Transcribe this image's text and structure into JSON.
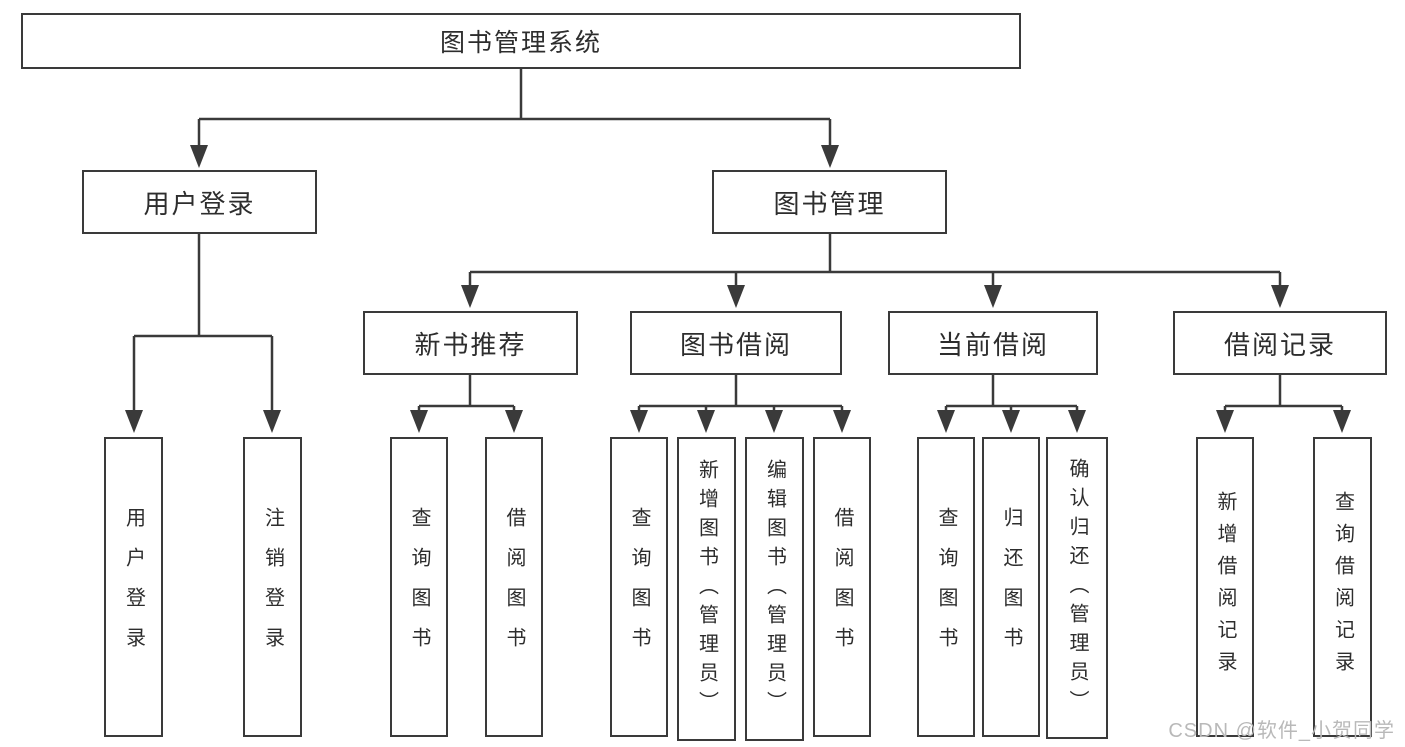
{
  "colors": {
    "line": "#3a3a3a",
    "text": "#2d2d2d",
    "box_fill": "#ffffff",
    "background": "#ffffff",
    "watermark": "#b9b9b9"
  },
  "diagram": {
    "root": {
      "label": "图书管理系统"
    },
    "branches": {
      "user_login": {
        "label": "用户登录",
        "children": [
          "用户登录",
          "注销登录"
        ]
      },
      "book_management": {
        "label": "图书管理",
        "sections": [
          {
            "label": "新书推荐",
            "children": [
              "查询图书",
              "借阅图书"
            ]
          },
          {
            "label": "图书借阅",
            "children": [
              "查询图书",
              "新增图书（管理员）",
              "编辑图书（管理员）",
              "借阅图书"
            ]
          },
          {
            "label": "当前借阅",
            "children": [
              "查询图书",
              "归还图书",
              "确认归还（管理员）"
            ]
          },
          {
            "label": "借阅记录",
            "children": [
              "新增借阅记录",
              "查询借阅记录"
            ]
          }
        ]
      }
    }
  },
  "watermark": {
    "text": "CSDN @软件_小贺同学"
  }
}
